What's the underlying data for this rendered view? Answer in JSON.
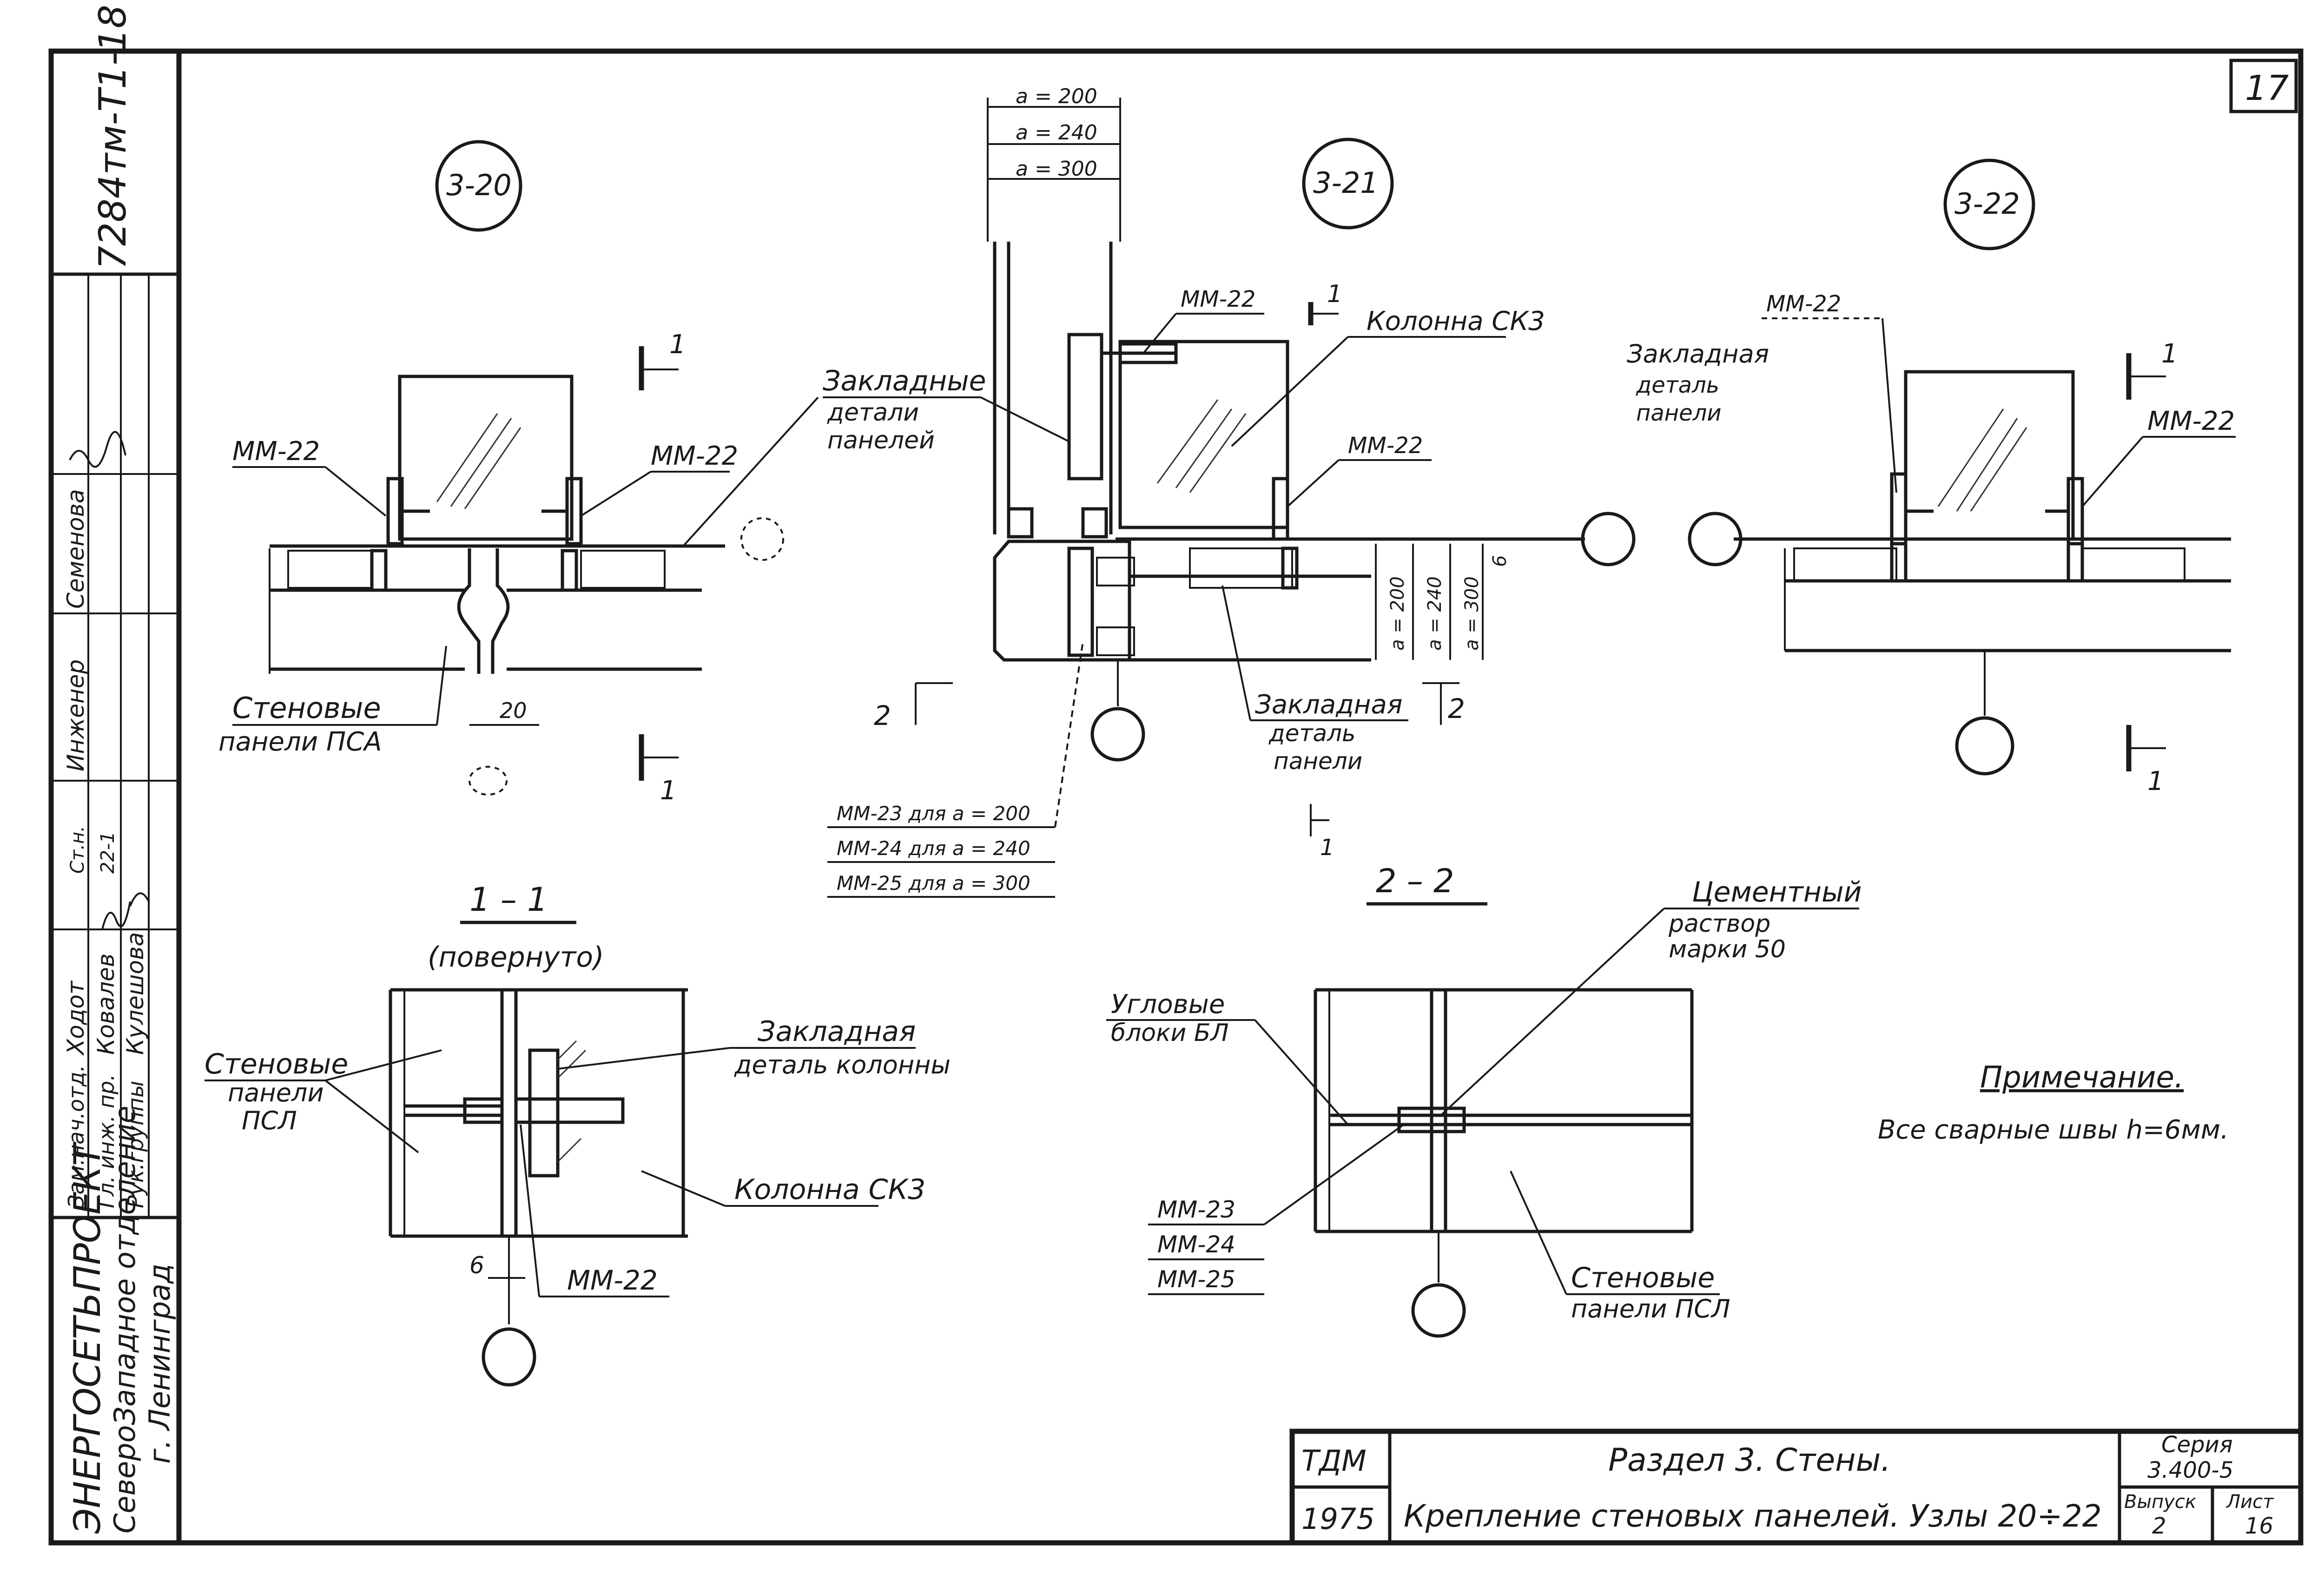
{
  "page_number": "17",
  "side_stamp": {
    "doc_code": "7284тм-Т1-18",
    "org_line1": "ЭНЕРГОСЕТЬПРОЕКТ",
    "org_line2": "СевероЗападное отделение",
    "org_line3": "г. Ленинград",
    "roles": [
      "Зам.нач.отд.",
      "Гл. инж. пр.",
      "Рук.группы"
    ],
    "names": [
      "Ходот",
      "Ковалев",
      "Кулешова"
    ],
    "extra_texts": [
      "Семенова",
      "Инженер",
      "Ст.н.",
      "22-1"
    ]
  },
  "nodes": {
    "n20": "3-20",
    "n21": "3-21",
    "n22": "3-22"
  },
  "dimensions": {
    "a200": "a = 200",
    "a240": "a = 240",
    "a300": "a = 300",
    "six": "6",
    "twenty": "20",
    "v200": "a = 200",
    "v240": "a = 240",
    "v300": "a = 300"
  },
  "section_marks": {
    "one": "1",
    "two": "2"
  },
  "labels": {
    "mm22": "MM-22",
    "mm22_lower": "ММ-22",
    "zakladnye_detali_paneli": [
      "Закладные",
      "детали",
      "панелей"
    ],
    "kolonna_sk3": "Колонна СК3",
    "stenovye_paneli_psa": [
      "Стеновые",
      "панели ПСА"
    ],
    "zakladnaya_detal_paneli": [
      "Закладная",
      "деталь",
      "панели"
    ],
    "mm_list_21": [
      "ММ-23 для a = 200",
      "ММ-24 для a = 240",
      "ММ-25 для a = 300"
    ],
    "zakladnaya_detal_paneli_22": [
      "Закладная",
      "деталь",
      "панели"
    ]
  },
  "section_11": {
    "title": "1 – 1",
    "subtitle": "(повернуто)",
    "stenovye": [
      "Стеновые",
      "панели",
      "ПСЛ"
    ],
    "zakladnaya_kolonny": [
      "Закладная",
      "деталь колонны"
    ],
    "kolonna": "Колонна СК3",
    "mm22": "ММ-22",
    "six": "6"
  },
  "section_22": {
    "title": "2 – 2",
    "cement": [
      "Цементный",
      "раствор",
      "марки 50"
    ],
    "uglovye": [
      "Угловые",
      "блоки БЛ"
    ],
    "mm_list": [
      "ММ-23",
      "ММ-24",
      "ММ-25"
    ],
    "stenovye": [
      "Стеновые",
      "панели ПСЛ"
    ]
  },
  "note": {
    "title": "Примечание.",
    "text": "Все сварные швы h=6мм."
  },
  "title_block": {
    "code": "ТДМ",
    "year": "1975",
    "section": "Раздел 3.  Стены.",
    "subject": "Крепление стеновых панелей.  Узлы 20÷22",
    "series_label": "Серия",
    "series_value": "3.400-5",
    "issue_label": "Выпуск",
    "issue_value": "2",
    "sheet_label": "Лист",
    "sheet_value": "16"
  }
}
